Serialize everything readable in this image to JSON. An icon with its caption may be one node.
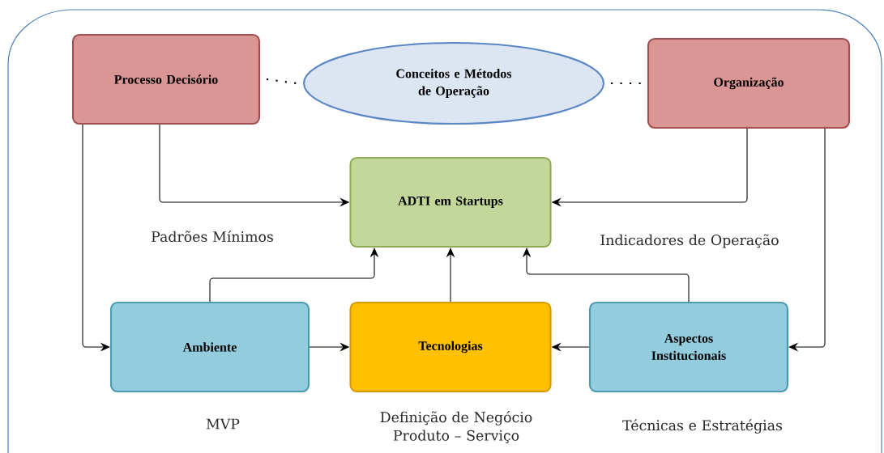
{
  "diagram": {
    "nodes": [
      {
        "text": [
          "Processo Decisório"
        ]
      },
      {
        "text": [
          "Conceitos e Métodos de Operação"
        ]
      },
      {
        "text": [
          "Organização"
        ]
      },
      {
        "text": [
          "ADTI em Startups"
        ]
      },
      {
        "text": [
          "Ambiente"
        ]
      },
      {
        "text": [
          "Tecnologias"
        ]
      },
      {
        "text": [
          "Aspectos Institucionais"
        ]
      }
    ],
    "edges": [
      {
        "from": 0,
        "to": 1,
        "arrow": "none",
        "style": "dashed"
      },
      {
        "from": 1,
        "to": 2,
        "arrow": "none",
        "style": "dashed"
      },
      {
        "from": 0,
        "to": 3,
        "arrow": "to"
      },
      {
        "from": 2,
        "to": 3,
        "arrow": "to"
      },
      {
        "from": 0,
        "to": 4,
        "arrow": "to"
      },
      {
        "from": 2,
        "to": 6,
        "arrow": "to"
      },
      {
        "from": 4,
        "to": 3,
        "arrow": "to"
      },
      {
        "from": 5,
        "to": 3,
        "arrow": "to"
      },
      {
        "from": 6,
        "to": 3,
        "arrow": "to"
      },
      {
        "from": 4,
        "to": 5,
        "arrow": "to"
      },
      {
        "from": 6,
        "to": 5,
        "arrow": "to"
      }
    ],
    "labels": [
      "Padrões Mínimos",
      "Indicadores de Operação",
      "MVP",
      "Definição de Negócio Produto – Serviço",
      "Técnicas e Estratégias"
    ]
  }
}
